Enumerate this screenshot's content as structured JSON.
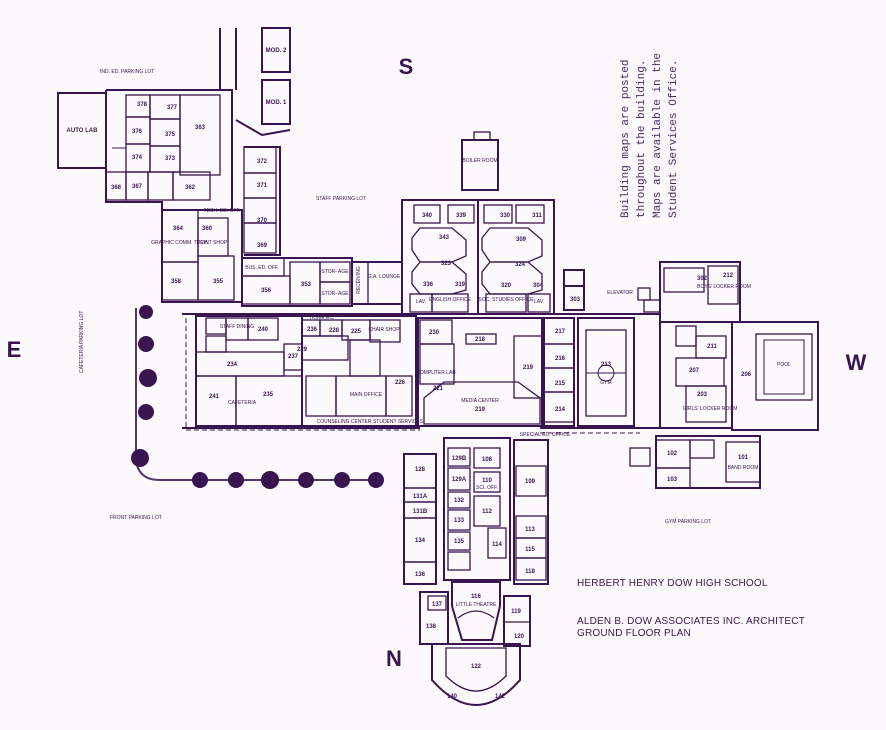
{
  "map": {
    "compass": {
      "south": "S",
      "north": "N",
      "east": "E",
      "west": "W"
    },
    "note_lines": [
      "Building maps are posted",
      "throughout the building.",
      "Maps are available in the",
      "Student Services Office."
    ],
    "title": {
      "school": "HERBERT HENRY DOW HIGH SCHOOL",
      "architect": "ALDEN B. DOW ASSOCIATES INC. ARCHITECT",
      "plan": "GROUND FLOOR PLAN"
    },
    "parking_lots": {
      "ind_ed": "IND. ED. PARKING LOT",
      "staff": "STAFF PARKING LOT",
      "cafeteria": "CAFETERIA PARKING LOT",
      "front": "FRONT PARKING LOT",
      "gym": "GYM PARKING LOT"
    },
    "rooms": {
      "mod2": "MOD. 2",
      "mod1": "MOD. 1",
      "auto_lab": "AUTO LAB",
      "r378": "378",
      "r377": "377",
      "r376": "376",
      "r375": "375",
      "r374": "374",
      "r373": "373",
      "r363": "363",
      "r368": "368",
      "r367": "367",
      "r362": "362",
      "r372": "372",
      "r371": "371",
      "r370": "370",
      "r369": "369",
      "r364": "364",
      "r360": "360",
      "r358": "358",
      "r355": "355",
      "r356": "356",
      "r353": "353",
      "graphic": "GRAPHIC COMM. TECH.",
      "print_shop": "PRINT SHOP",
      "tech_ed": "TECH. ED. OFF.",
      "bus_ed": "BUS. ED. OFF.",
      "storage1": "STOR- AGE",
      "storage2": "STOR- AGE",
      "receiving": "RECEIVING",
      "ga_lounge": "G.A. LOUNGE",
      "boiler": "BOILER ROOM",
      "r340": "340",
      "r339": "339",
      "r343": "343",
      "r323": "323",
      "r319": "319",
      "r336": "336",
      "r330": "330",
      "r311": "311",
      "r309": "309",
      "r324": "324",
      "r320": "320",
      "r304": "304",
      "english_off": "ENGLISH OFFICE",
      "soc_studies_off": "SOC. STUDIES OFFICE",
      "lav": "LAV.",
      "r303": "303",
      "elevator": "ELEVATOR",
      "r302": "302",
      "r212": "212",
      "boys_locker": "BOYS' LOCKER ROOM",
      "r211": "211",
      "r207": "207",
      "r206": "206",
      "pool": "POOL",
      "r203": "203",
      "girls_locker": "GIRLS' LOCKER ROOM",
      "r102": "102",
      "r103": "103",
      "r101": "101",
      "band_room": "BAND ROOM",
      "r217": "217",
      "r216": "216",
      "r215": "215",
      "r214": "214",
      "r213": "213",
      "gym": "GYM",
      "r218": "218",
      "r230": "230",
      "r219": "219",
      "media_center": "MEDIA CENTER",
      "computer_lab": "COMPUTER LAB",
      "r221": "221",
      "r225": "225",
      "r228": "228",
      "r229": "229",
      "r226": "226",
      "r240": "240",
      "r234": "234",
      "r237": "237",
      "r236": "236",
      "r241": "241",
      "r235": "235",
      "staff_dining": "STAFF DINING",
      "cafeteria": "CAFETERIA",
      "home_ec": "HOME EC.",
      "main_office": "MAIN OFFICE",
      "counseling": "COUNSELING CENTER",
      "student_services": "STUDENT SERVICES",
      "chair_shop": "CHAIR SHOP",
      "special_ed": "SPECIAL ED. OFFICE",
      "r128": "128",
      "r129b": "129B",
      "r129a": "129A",
      "r108": "108",
      "r110": "110",
      "sci_off": "SCI. OFF.",
      "r112": "112",
      "r131a": "131A",
      "r131b": "131B",
      "r132": "132",
      "r133": "133",
      "r134": "134",
      "r135": "135",
      "r114": "114",
      "r109": "109",
      "r113": "113",
      "r115": "115",
      "r118": "118",
      "r136": "136",
      "r137": "137",
      "r116": "116",
      "little_theatre": "LITTLE THEATRE",
      "r119": "119",
      "r120": "120",
      "r138": "138",
      "r122": "122",
      "r140": "140",
      "r142": "142"
    }
  }
}
